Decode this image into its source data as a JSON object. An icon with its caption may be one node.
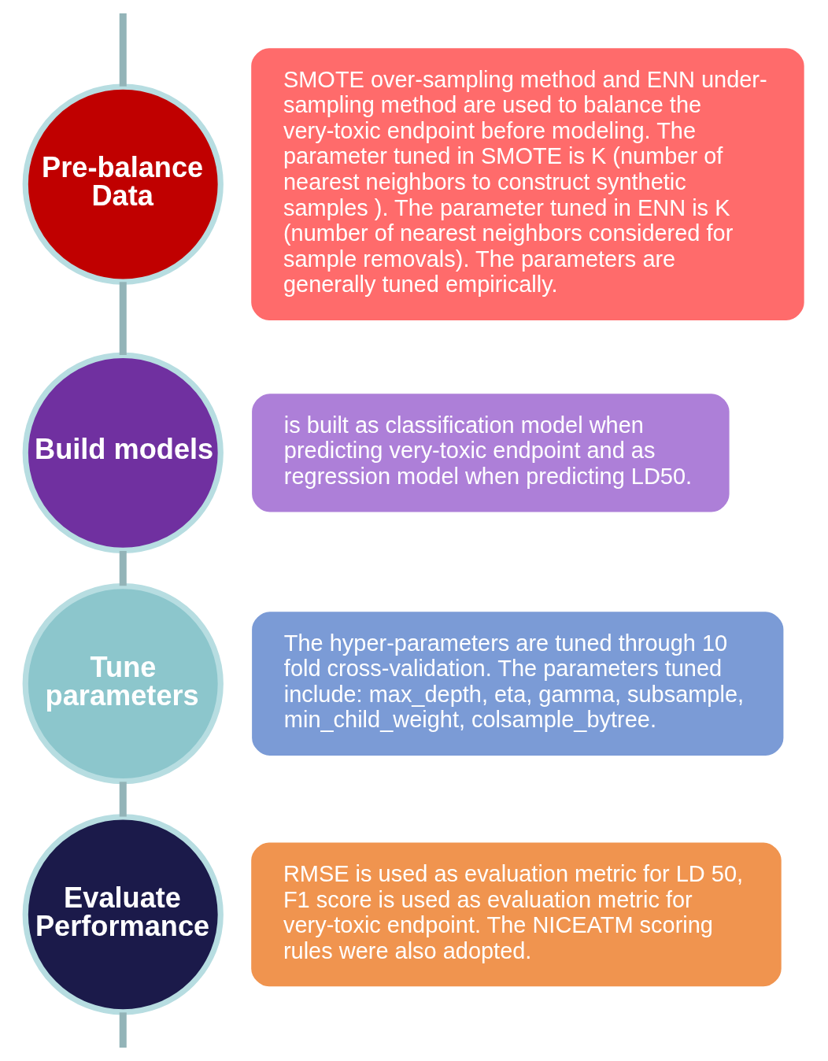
{
  "diagram": {
    "nodes": [
      {
        "text": [
          "Pre-balance Data"
        ]
      },
      {
        "text": [
          "SMOTE over-sampling method and ENN under-sampling method are used to balance the very-toxic endpoint before modeling. The  parameter tuned in SMOTE is K (number of nearest neighbors to construct synthetic samples ). The parameter tuned in ENN is K (number of nearest neighbors considered for sample removals). The parameters are generally tuned empirically."
        ]
      },
      {
        "text": [
          "Build models"
        ]
      },
      {
        "text": [
          "is built as classification model when predicting very-toxic endpoint and as regression model when predicting LD50."
        ]
      },
      {
        "text": [
          "Tune parameters"
        ]
      },
      {
        "text": [
          "The hyper-parameters are tuned through 10 fold cross-validation. The parameters tuned include: max_depth, eta, gamma, subsample, min_child_weight, colsample_bytree."
        ]
      },
      {
        "text": [
          "Evaluate Performance"
        ]
      },
      {
        "text": [
          "RMSE is used as evaluation metric for LD 50, F1 score is used as evaluation metric for very-toxic endpoint. The NICEATM scoring rules were also adopted."
        ]
      }
    ],
    "edges": [
      {
        "from": null,
        "to": 0,
        "arrow": "none"
      },
      {
        "from": 0,
        "to": 2,
        "arrow": "none"
      },
      {
        "from": 2,
        "to": 4,
        "arrow": "none"
      },
      {
        "from": 4,
        "to": 6,
        "arrow": "none"
      },
      {
        "from": 6,
        "to": null,
        "arrow": "none"
      }
    ]
  }
}
